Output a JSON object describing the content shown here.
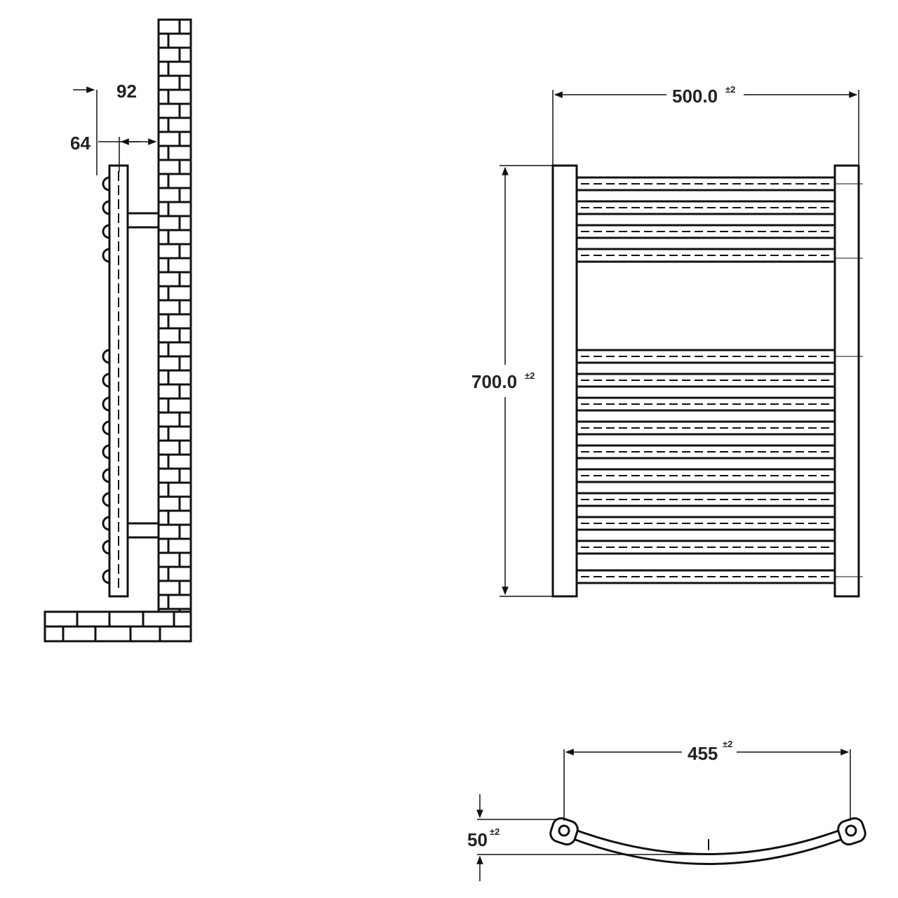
{
  "drawing": {
    "side_view": {
      "dim_total_depth": "92",
      "dim_bracket_depth": "64"
    },
    "front_view": {
      "dim_width": "500.0",
      "dim_width_tol": "±2",
      "dim_height": "700.0",
      "dim_height_tol": "±2"
    },
    "top_view": {
      "dim_centres": "455",
      "dim_centres_tol": "±2",
      "dim_curve_depth": "50",
      "dim_curve_depth_tol": "±2"
    }
  },
  "colors": {
    "line": "#111111",
    "background": "#ffffff"
  }
}
